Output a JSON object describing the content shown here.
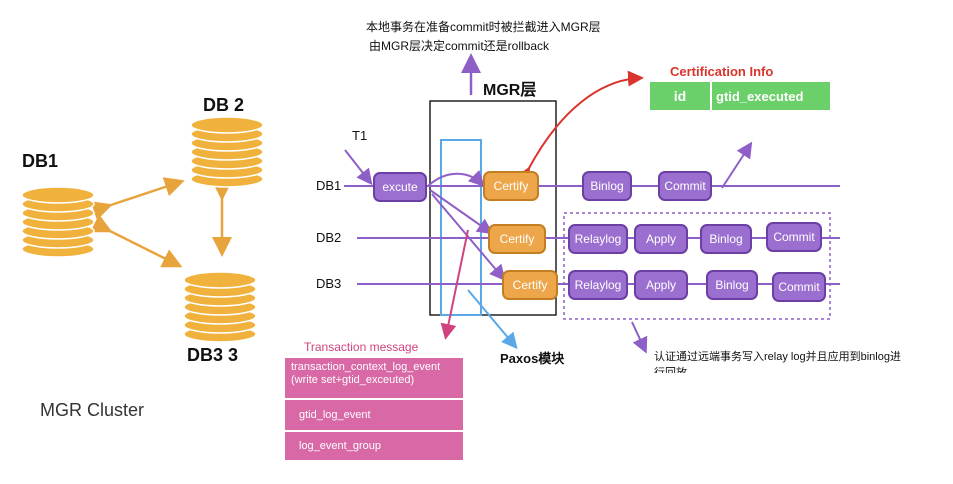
{
  "cluster": {
    "db1_label": "DB1",
    "db2_label": "DB 2",
    "db3_label": "DB3 3",
    "cluster_label": "MGR Cluster"
  },
  "top_note": {
    "line1": "本地事务在准备commit时被拦截进入MGR层",
    "line2": "由MGR层决定commit还是rollback"
  },
  "mgr_layer_label": "MGR层",
  "cert_info": {
    "title": "Certification Info",
    "col_id": "id",
    "col_gtid": "gtid_executed"
  },
  "t1_label": "T1",
  "rows": {
    "db1": {
      "label": "DB1",
      "excute": "excute",
      "certify": "Certify",
      "binlog": "Binlog",
      "commit": "Commit"
    },
    "db2": {
      "label": "DB2",
      "certify": "Certify",
      "relaylog": "Relaylog",
      "apply": "Apply",
      "binlog": "Binlog",
      "commit": "Commit"
    },
    "db3": {
      "label": "DB3",
      "certify": "Certify",
      "relaylog": "Relaylog",
      "apply": "Apply",
      "binlog": "Binlog",
      "commit": "Commit"
    }
  },
  "paxos_label": "Paxos模块",
  "remote_note": {
    "line1": "认证通过远端事务写入relay log并且应用到binlog进",
    "line2": "行回放"
  },
  "transaction_message": {
    "title": "Transaction message",
    "row1_line1": "transaction_context_log_event",
    "row1_line2": "(write set+gtid_exceuted)",
    "row2": "gtid_log_event",
    "row3": "log_event_group"
  },
  "colors": {
    "disk": "#f0b23c",
    "arrow_orange": "#e8a43c",
    "purple_line": "#8e5fc6",
    "node_purple": "#9b6fcf",
    "node_orange": "#eda64a",
    "green": "#6cd06a",
    "pink": "#d868a6",
    "red_title": "#d9342b",
    "paxos_blue": "#5aa8e8"
  }
}
